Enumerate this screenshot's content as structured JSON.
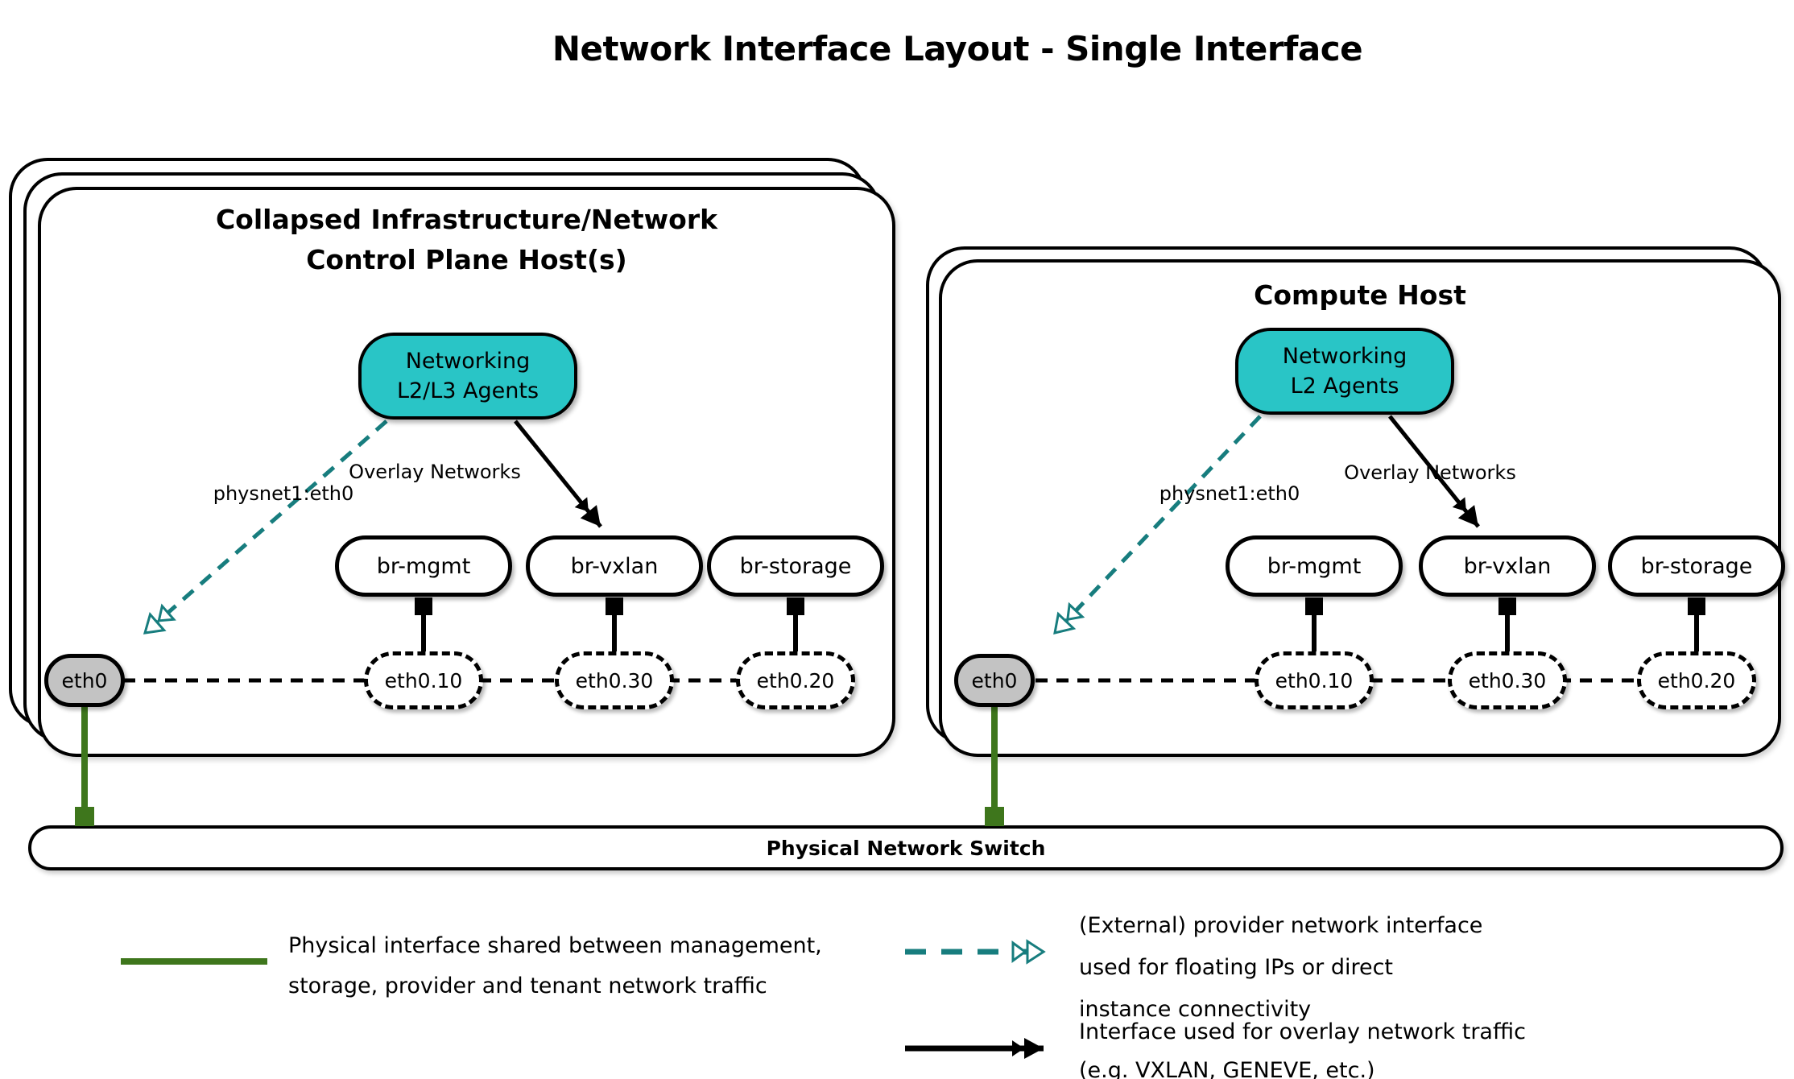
{
  "title": "Network Interface Layout - Single Interface",
  "hosts": [
    {
      "title": "Collapsed Infrastructure/Network\nControl Plane Host(s)",
      "agent_label": "Networking\nL2/L3 Agents",
      "provider_arrow_label": "physnet1:eth0",
      "overlay_arrow_label": "Overlay Networks",
      "bridges": [
        "br-mgmt",
        "br-vxlan",
        "br-storage"
      ],
      "physical_interface": "eth0",
      "vlan_interfaces": [
        "eth0.10",
        "eth0.30",
        "eth0.20"
      ]
    },
    {
      "title": "Compute Host",
      "agent_label": "Networking\nL2 Agents",
      "provider_arrow_label": "physnet1:eth0",
      "overlay_arrow_label": "Overlay Networks",
      "bridges": [
        "br-mgmt",
        "br-vxlan",
        "br-storage"
      ],
      "physical_interface": "eth0",
      "vlan_interfaces": [
        "eth0.10",
        "eth0.30",
        "eth0.20"
      ]
    }
  ],
  "switch_label": "Physical Network Switch",
  "legend": {
    "physical": "Physical interface shared between management,\nstorage, provider and tenant network traffic",
    "provider": "(External) provider network interface\nused for floating IPs or direct\ninstance connectivity",
    "overlay": "Interface used for overlay network traffic\n(e.g. VXLAN, GENEVE, etc.)"
  },
  "colors": {
    "agent_fill": "#29c5c6",
    "provider_arrow": "#177d7e",
    "physical_link": "#3e761c",
    "interface_fill": "#c3c3c3",
    "stroke": "#000000"
  }
}
